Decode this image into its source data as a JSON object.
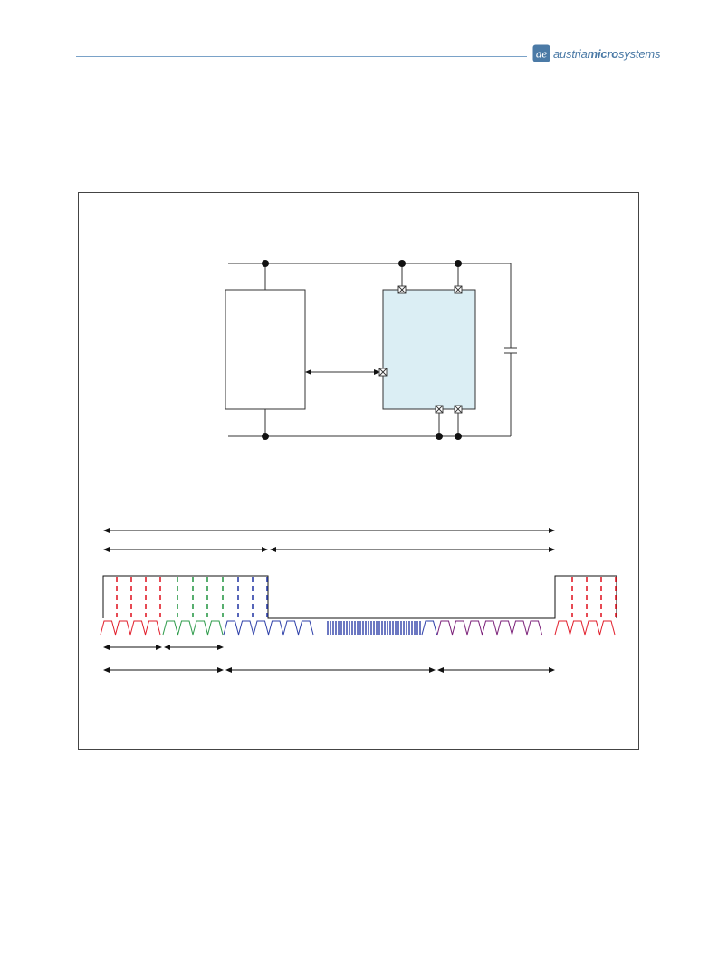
{
  "header": {
    "logo_prefix": "austria",
    "logo_emphasis": "micro",
    "logo_suffix": "systems",
    "logo_mark_icon": "ae-monogram-icon",
    "accent_color": "#4b7aa6",
    "rule_color": "#7aa2c8"
  },
  "schematic": {
    "module_fill": "#dbeef4"
  },
  "timing": {
    "trace_colors": [
      "#e11d2a",
      "#2e9b4b",
      "#2d3fa8",
      "#7a1f78"
    ]
  }
}
